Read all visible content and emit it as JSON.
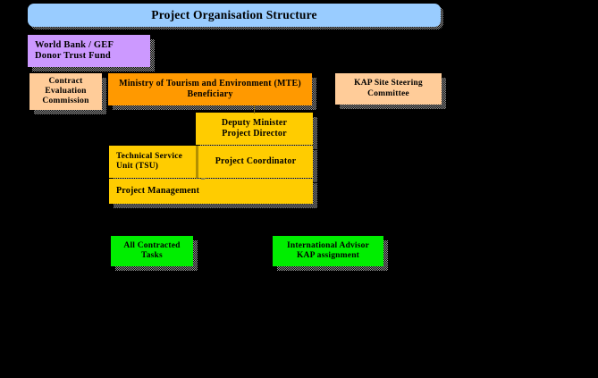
{
  "diagram": {
    "title": "Project Organisation Structure",
    "type": "organisation-chart",
    "background_color": "#000000",
    "colors": {
      "title_banner": "#99CCFF",
      "donor": "#CC99FF",
      "peach": "#FFCC99",
      "orange": "#FF9900",
      "yellow": "#FFCC00",
      "green": "#00EE00",
      "text": "#000000",
      "shadow": "#9A9A9A"
    },
    "nodes": {
      "title": {
        "label": "Project Organisation Structure",
        "color": "#99CCFF",
        "shape": "rounded-rectangle"
      },
      "donor": {
        "line1": "World Bank / GEF",
        "line2": "Donor Trust Fund",
        "color": "#CC99FF"
      },
      "contract_evaluation_commission": {
        "line1": "Contract",
        "line2": "Evaluation",
        "line3": "Commission",
        "color": "#FFCC99"
      },
      "ministry": {
        "line1": "Ministry of Tourism and Environment (MTE)",
        "line2": "Beneficiary",
        "color": "#FF9900"
      },
      "kap_site_steering_committee": {
        "line1": "KAP Site Steering",
        "line2": "Committee",
        "color": "#FFCC99"
      },
      "deputy_minister": {
        "line1": "Deputy Minister",
        "line2": "Project Director",
        "color": "#FFCC00"
      },
      "technical_service_unit": {
        "line1": "Technical Service",
        "line2": "Unit (TSU)",
        "color": "#FFCC00"
      },
      "project_coordinator": {
        "line1": "Project Coordinator",
        "color": "#FFCC00"
      },
      "project_management": {
        "line1": "Project Management",
        "color": "#FFCC00"
      },
      "all_contracted_tasks": {
        "line1": "All Contracted",
        "line2": "Tasks",
        "color": "#00EE00"
      },
      "international_advisor": {
        "line1": "International Advisor",
        "line2": "KAP assignment",
        "color": "#00EE00"
      }
    }
  }
}
